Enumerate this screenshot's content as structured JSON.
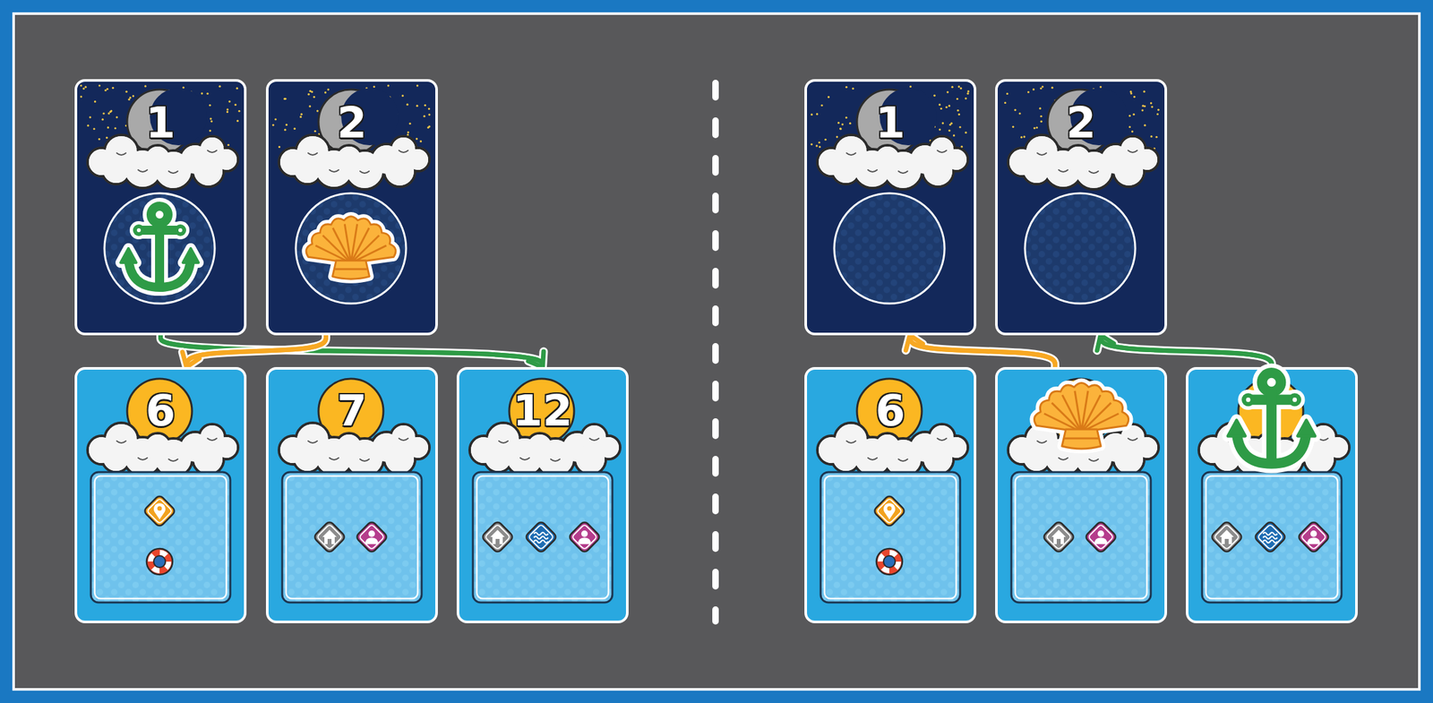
{
  "diagram": {
    "nodes": [
      {
        "text": [
          "1"
        ]
      },
      {
        "text": [
          "2"
        ]
      },
      {
        "text": [
          "6"
        ]
      },
      {
        "text": [
          "7"
        ]
      },
      {
        "text": [
          "12"
        ]
      },
      {
        "text": [
          "1"
        ]
      },
      {
        "text": [
          "2"
        ]
      },
      {
        "text": [
          "6"
        ]
      },
      {
        "text": []
      },
      {
        "text": []
      }
    ],
    "edges": [
      {
        "from": 0,
        "to": 4,
        "arrow": "to"
      },
      {
        "from": 1,
        "to": 2,
        "arrow": "to"
      },
      {
        "from": 8,
        "to": 5,
        "arrow": "to"
      },
      {
        "from": 9,
        "to": 6,
        "arrow": "to"
      }
    ]
  }
}
